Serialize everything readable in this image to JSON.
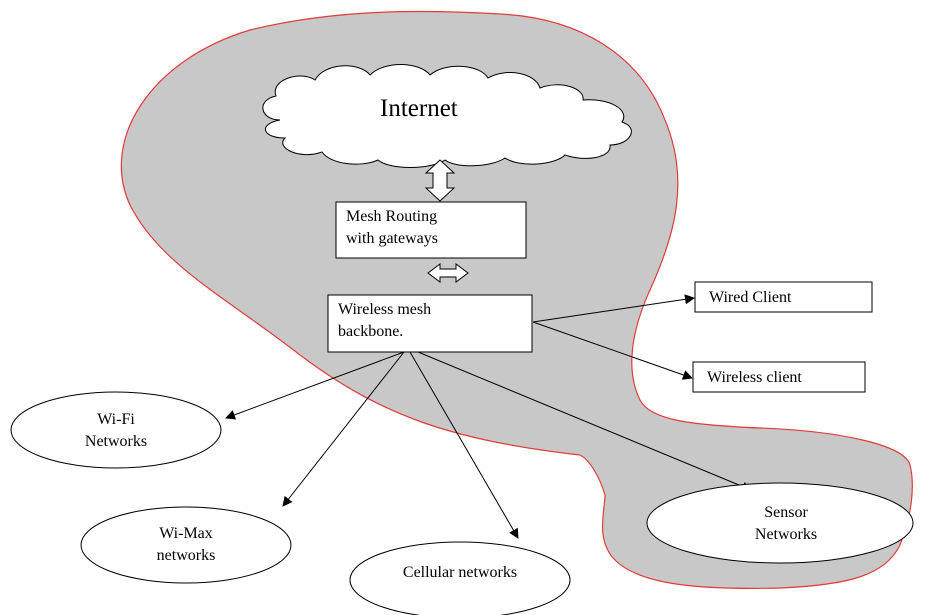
{
  "diagram": {
    "internet": "Internet",
    "mesh_routing": [
      "Mesh Routing",
      "with gateways"
    ],
    "backbone": [
      "Wireless mesh",
      "backbone."
    ],
    "wired_client": "Wired Client",
    "wireless_client": "Wireless client",
    "wifi": [
      "Wi-Fi",
      "Networks"
    ],
    "wimax": [
      "Wi-Max",
      "networks"
    ],
    "cellular": "Cellular networks",
    "sensor": [
      "Sensor",
      "Networks"
    ]
  },
  "colors": {
    "region_fill": "#c8c8c8",
    "region_stroke": "#e03c3c",
    "line": "#000000",
    "box_fill": "#ffffff"
  }
}
